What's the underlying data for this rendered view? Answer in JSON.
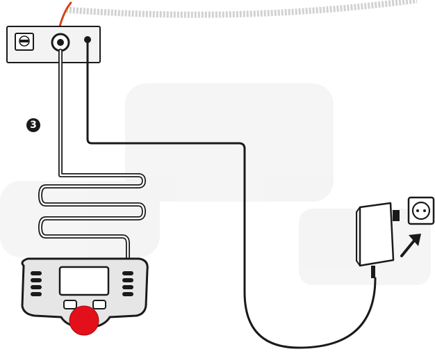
{
  "figure": {
    "step_number": "3"
  },
  "colors": {
    "line": "#1a1a1a",
    "red_knob": "#e3101b",
    "feed_cable": "#d9431a",
    "panel_fill": "#f3f3f3",
    "controller_fill": "#e6e6e6",
    "background_ghost": "#d7d7d7"
  },
  "components": {
    "connection_box": {
      "ports": [
        "socket-port-icon",
        "round-jack-port-icon",
        "small-pin-port-icon"
      ]
    },
    "controller": {
      "parts": [
        "display-screen",
        "left-button-bank",
        "right-button-bank",
        "red-control-knob"
      ]
    },
    "power_adapter": {
      "parts": [
        "adapter-body",
        "adapter-prongs",
        "wall-outlet-icon",
        "plug-in-arrow-icon"
      ]
    }
  }
}
